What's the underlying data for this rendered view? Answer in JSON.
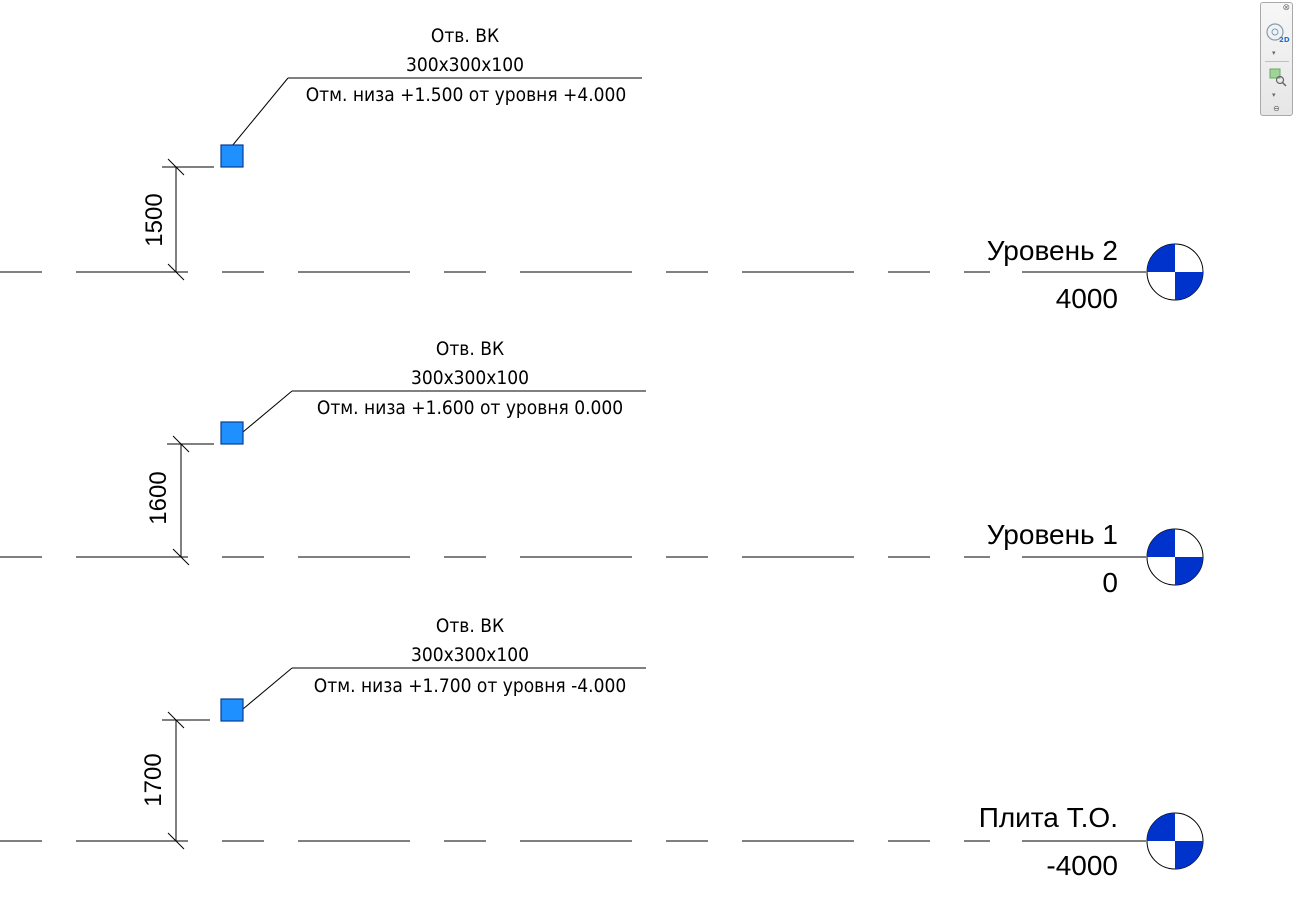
{
  "levels": [
    {
      "name": "Уровень 2",
      "elevation": "4000"
    },
    {
      "name": "Уровень 1",
      "elevation": "0"
    },
    {
      "name": "Плита Т.О.",
      "elevation": "-4000"
    }
  ],
  "openings": [
    {
      "line1": "Отв. ВК",
      "line2": "300x300x100",
      "line3": "Отм. низа +1.500 от уровня +4.000",
      "dimension": "1500"
    },
    {
      "line1": "Отв. ВК",
      "line2": "300x300x100",
      "line3": "Отм. низа +1.600 от уровня 0.000",
      "dimension": "1600"
    },
    {
      "line1": "Отв. ВК",
      "line2": "300x300x100",
      "line3": "Отм. низа +1.700 от уровня -4.000",
      "dimension": "1700"
    }
  ],
  "colors": {
    "opening_fill": "#1e90ff",
    "opening_stroke": "#0a3d8f",
    "level_head_fill": "#0033cc",
    "line": "#000000"
  },
  "navbar": {
    "icons": [
      "steering-wheel-2d-icon",
      "zoom-region-icon"
    ]
  }
}
